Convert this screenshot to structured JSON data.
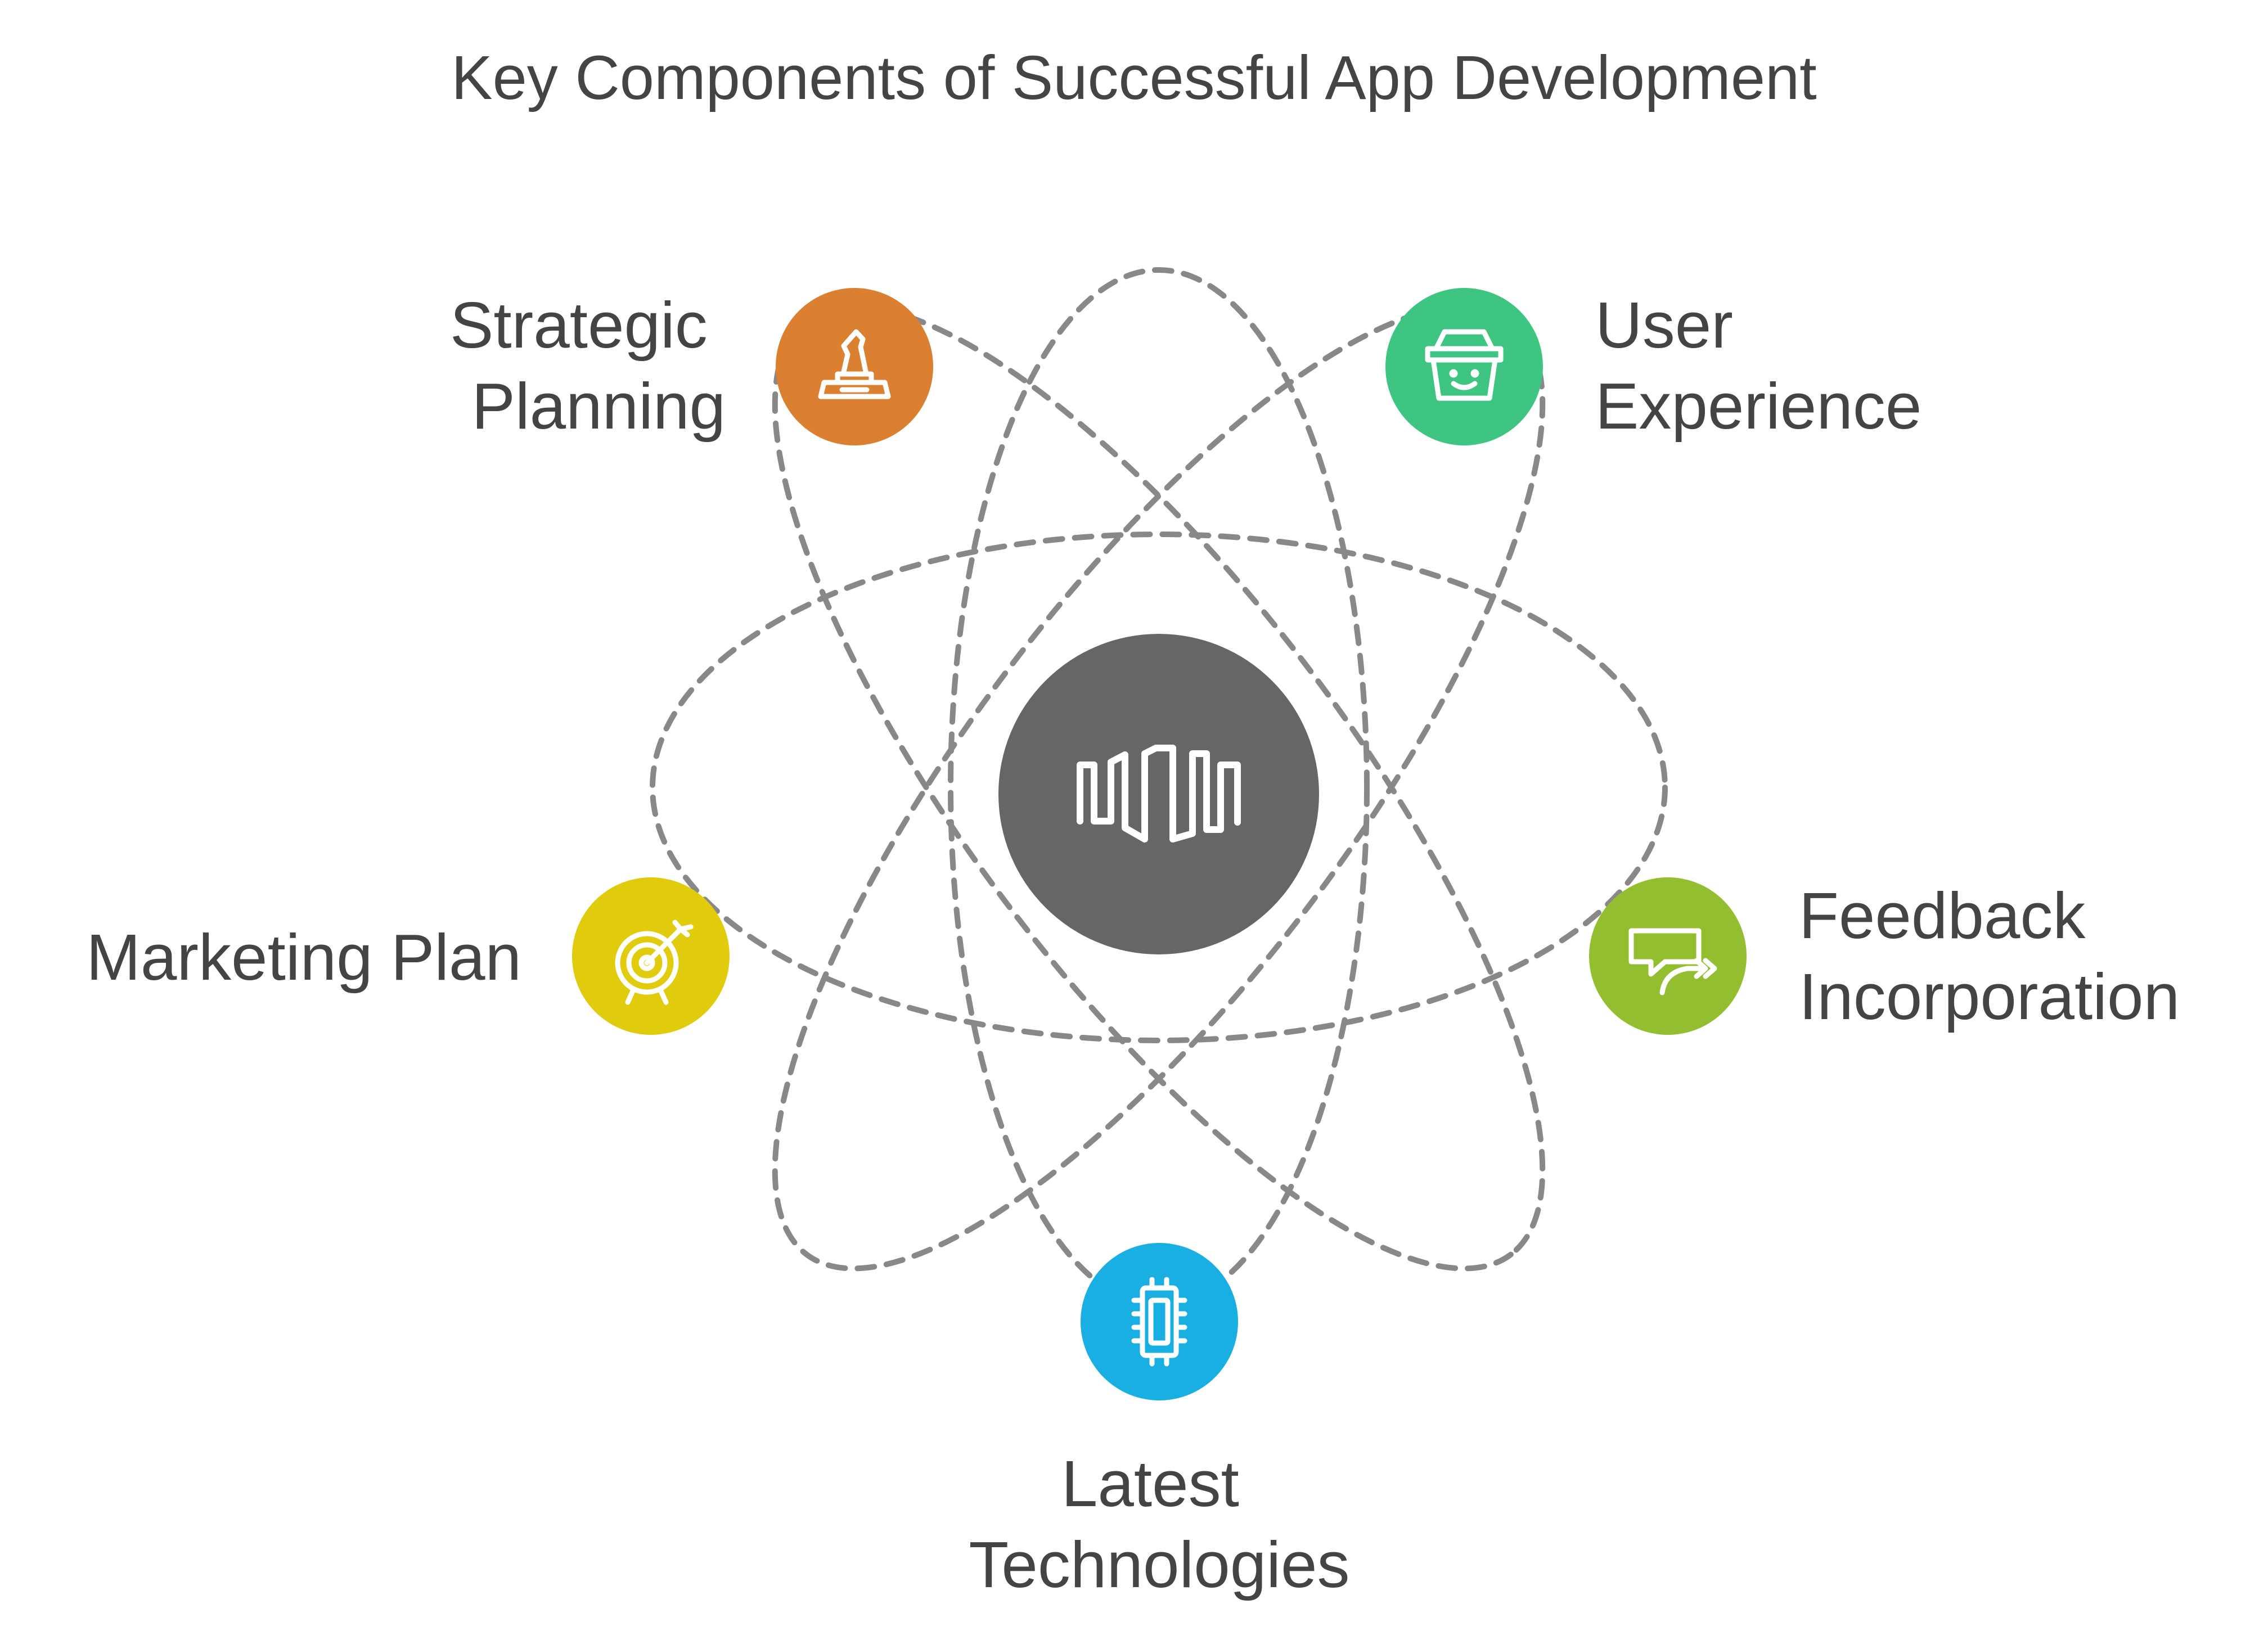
{
  "title": "Key Components of Successful App Development",
  "hub": {
    "icon": "waveform-icon",
    "color": "#666666"
  },
  "nodes": [
    {
      "id": "strategic-planning",
      "label_lines": [
        "Strategic",
        "Planning"
      ],
      "icon": "chess-knight-icon",
      "color": "#DB8031"
    },
    {
      "id": "user-experience",
      "label_lines": [
        "User",
        "Experience"
      ],
      "icon": "smiling-basket-icon",
      "color": "#3EC581"
    },
    {
      "id": "marketing-plan",
      "label_lines": [
        "Marketing Plan"
      ],
      "icon": "target-arrow-icon",
      "color": "#E0CC0C"
    },
    {
      "id": "feedback-incorporation",
      "label_lines": [
        "Feedback",
        "Incorporation"
      ],
      "icon": "chat-arrow-icon",
      "color": "#92BE2F"
    },
    {
      "id": "latest-technologies",
      "label_lines": [
        "Latest",
        "Technologies"
      ],
      "icon": "microchip-icon",
      "color": "#1AAFE3"
    }
  ],
  "orbit_color": "#888888"
}
